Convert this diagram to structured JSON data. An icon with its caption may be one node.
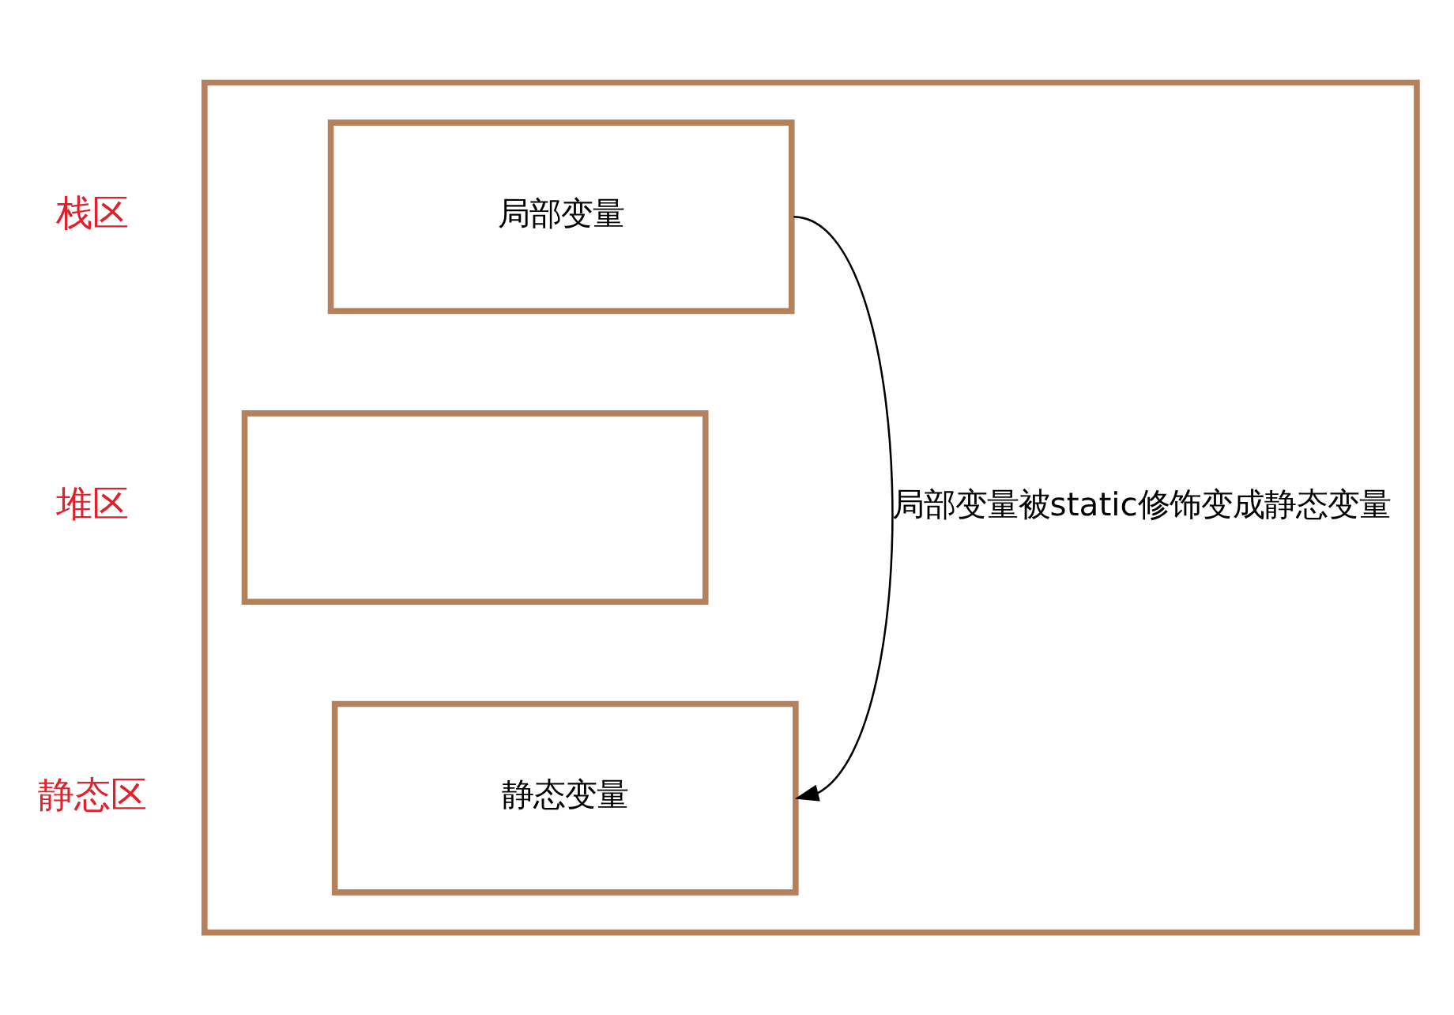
{
  "diagram": {
    "nodes": [
      {
        "text": [],
        "shape": "box"
      },
      {
        "text": [
          "局部变量"
        ],
        "in": 0
      },
      {
        "text": [],
        "shape": "box",
        "in": 0
      },
      {
        "text": [
          "静态变量"
        ],
        "in": 0
      }
    ],
    "edges": [
      {
        "from": 1,
        "to": 3,
        "arrow": "to",
        "label": "局部变量被static修饰变成静态变量"
      }
    ],
    "labels": [
      "栈区",
      "堆区",
      "静态区"
    ]
  }
}
